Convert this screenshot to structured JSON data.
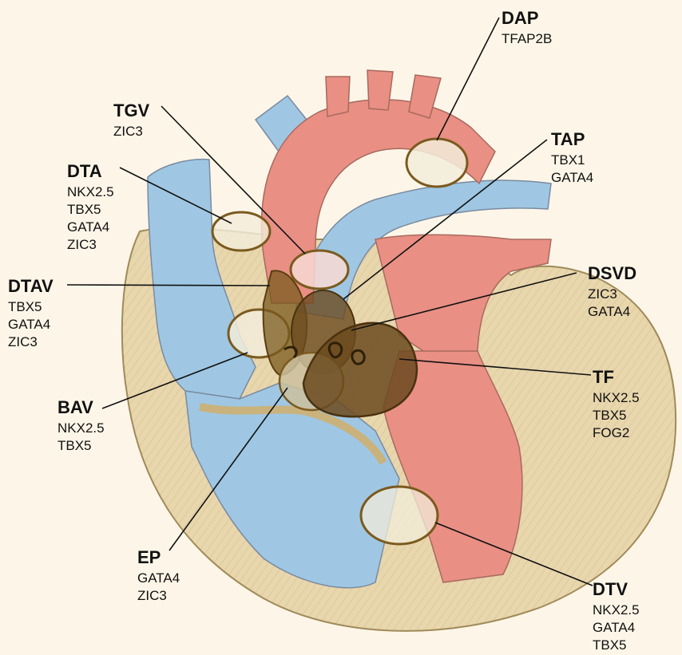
{
  "labels": {
    "dap": {
      "title": "DAP",
      "genes": [
        "TFAP2B"
      ]
    },
    "tgv": {
      "title": "TGV",
      "genes": [
        "ZIC3"
      ]
    },
    "tap": {
      "title": "TAP",
      "genes": [
        "TBX1",
        "GATA4"
      ]
    },
    "dta": {
      "title": "DTA",
      "genes": [
        "NKX2.5",
        "TBX5",
        "GATA4",
        "ZIC3"
      ]
    },
    "dtav": {
      "title": "DTAV",
      "genes": [
        "TBX5",
        "GATA4",
        "ZIC3"
      ]
    },
    "dsvd": {
      "title": "DSVD",
      "genes": [
        "ZIC3",
        "GATA4"
      ]
    },
    "tf": {
      "title": "TF",
      "genes": [
        "NKX2.5",
        "TBX5",
        "FOG2"
      ]
    },
    "bav": {
      "title": "BAV",
      "genes": [
        "NKX2.5",
        "TBX5"
      ]
    },
    "ep": {
      "title": "EP",
      "genes": [
        "GATA4",
        "ZIC3"
      ]
    },
    "dtv": {
      "title": "DTV",
      "genes": [
        "NKX2.5",
        "GATA4",
        "TBX5"
      ]
    }
  },
  "colors": {
    "background": "#fdf6e8",
    "myocardium": "#e8d6ad",
    "deoxygenated_blood": "#9fc7e3",
    "oxygenated_blood": "#e98f84",
    "lesion_outline": "#7a5a1e",
    "lesion_fill_light": "#f2ecd9",
    "lesion_fill_dark": "#6b4a1e"
  }
}
